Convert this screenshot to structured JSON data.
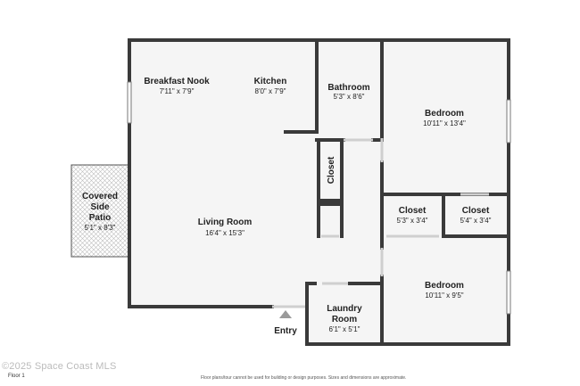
{
  "rooms": {
    "breakfast_nook": {
      "name": "Breakfast Nook",
      "dims": "7'11\" x 7'9\""
    },
    "kitchen": {
      "name": "Kitchen",
      "dims": "8'0\" x 7'9\""
    },
    "bathroom": {
      "name": "Bathroom",
      "dims": "5'3\" x 8'6\""
    },
    "bedroom_1": {
      "name": "Bedroom",
      "dims": "10'11\" x 13'4\""
    },
    "closet_hall": {
      "name": "Closet"
    },
    "closet_1": {
      "name": "Closet",
      "dims": "5'3\" x 3'4\""
    },
    "closet_2": {
      "name": "Closet",
      "dims": "5'4\" x 3'4\""
    },
    "living_room": {
      "name": "Living Room",
      "dims": "16'4\" x 15'3\""
    },
    "covered_patio": {
      "name_lines": [
        "Covered",
        "Side",
        "Patio"
      ],
      "dims": "5'1\" x 8'3\""
    },
    "bedroom_2": {
      "name": "Bedroom",
      "dims": "10'11\" x 9'5\""
    },
    "laundry": {
      "name_lines": [
        "Laundry",
        "Room"
      ],
      "dims": "6'1\" x 5'1\""
    }
  },
  "entry_label": "Entry",
  "floor_label": "Floor 1",
  "disclaimer": "Floor plans/tour cannot be used for building or design purposes. Sizes and dimensions are approximate.",
  "watermark": "©2025 Space Coast MLS",
  "colors": {
    "wall": "#3a3a3a",
    "floor": "#f5f5f5",
    "patio_hatch": "#b5b5b5",
    "entry_arrow": "#9a9a9a"
  }
}
